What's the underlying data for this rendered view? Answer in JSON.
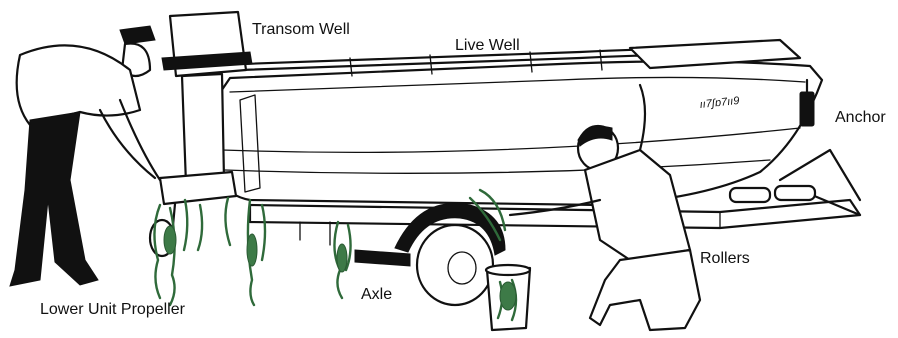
{
  "labels": {
    "transom_well": "Transom Well",
    "live_well": "Live Well",
    "anchor": "Anchor",
    "rollers": "Rollers",
    "axle": "Axle",
    "lower_unit_propeller": "Lower Unit Propeller"
  },
  "colors": {
    "ink": "#111111",
    "weeds": "#3d7a47",
    "background": "#ffffff"
  }
}
